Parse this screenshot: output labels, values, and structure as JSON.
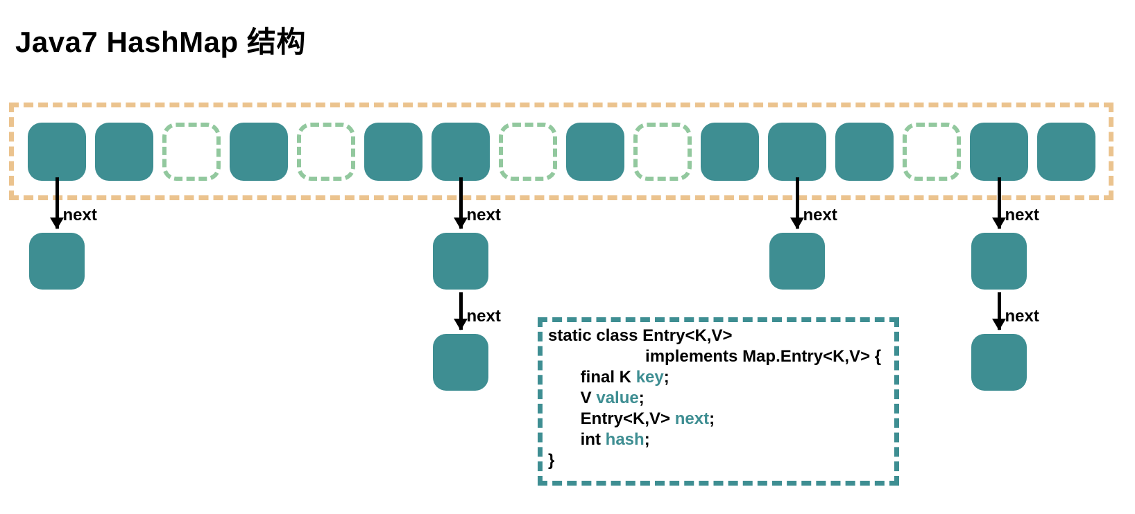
{
  "title": "Java7 HashMap 结构",
  "colors": {
    "teal": "#3E8E92",
    "array_border": "#EBC38E",
    "empty_bucket_border": "#92C89E",
    "code_border": "#3E8E92",
    "keyword": "#3E8E92",
    "text": "#000000"
  },
  "array": {
    "buckets": [
      "filled",
      "filled",
      "empty",
      "filled",
      "empty",
      "filled",
      "filled",
      "empty",
      "filled",
      "empty",
      "filled",
      "filled",
      "filled",
      "empty",
      "filled",
      "filled"
    ]
  },
  "chains": [
    {
      "bucket_index": 0,
      "entries": 1,
      "arrow_labels": [
        "next"
      ]
    },
    {
      "bucket_index": 6,
      "entries": 2,
      "arrow_labels": [
        "next",
        "next"
      ]
    },
    {
      "bucket_index": 11,
      "entries": 1,
      "arrow_labels": [
        "next"
      ]
    },
    {
      "bucket_index": 14,
      "entries": 2,
      "arrow_labels": [
        "next",
        "next"
      ]
    }
  ],
  "code_box": {
    "lines": [
      {
        "segments": [
          {
            "text": "static class Entry<K,V>",
            "type": "plain"
          }
        ]
      },
      {
        "segments": [
          {
            "text": "                     implements Map.Entry<K,V> {",
            "type": "plain"
          }
        ]
      },
      {
        "segments": [
          {
            "text": "       final K ",
            "type": "plain"
          },
          {
            "text": "key",
            "type": "keyword"
          },
          {
            "text": ";",
            "type": "plain"
          }
        ]
      },
      {
        "segments": [
          {
            "text": "       V ",
            "type": "plain"
          },
          {
            "text": "value",
            "type": "keyword"
          },
          {
            "text": ";",
            "type": "plain"
          }
        ]
      },
      {
        "segments": [
          {
            "text": "       Entry<K,V> ",
            "type": "plain"
          },
          {
            "text": "next",
            "type": "keyword"
          },
          {
            "text": ";",
            "type": "plain"
          }
        ]
      },
      {
        "segments": [
          {
            "text": "       int ",
            "type": "plain"
          },
          {
            "text": "hash",
            "type": "keyword"
          },
          {
            "text": ";",
            "type": "plain"
          }
        ]
      },
      {
        "segments": [
          {
            "text": "}",
            "type": "plain"
          }
        ]
      }
    ]
  }
}
